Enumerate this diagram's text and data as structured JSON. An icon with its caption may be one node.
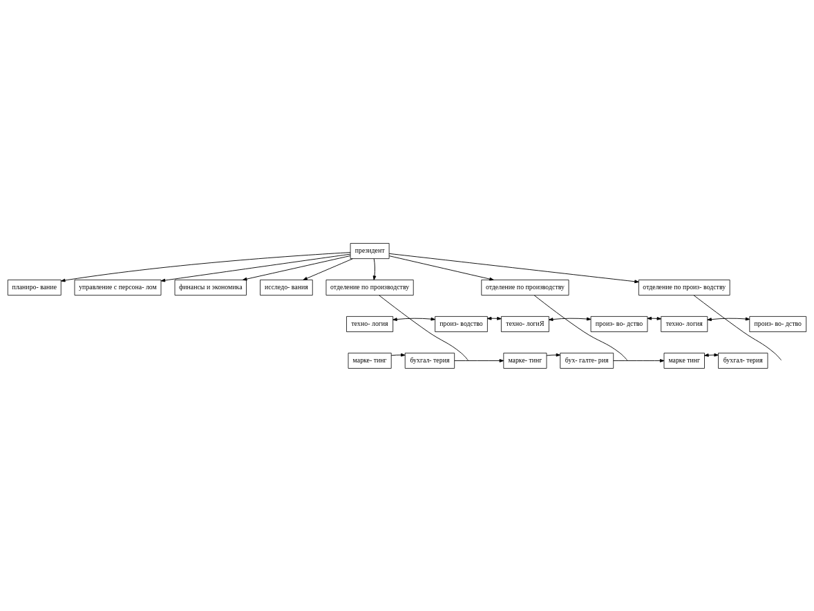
{
  "diagram": {
    "nodes": [
      {
        "text": [
          "президент"
        ]
      },
      {
        "text": [
          "планиро- вание"
        ]
      },
      {
        "text": [
          "управление с персона- лом"
        ]
      },
      {
        "text": [
          "финансы и экономика"
        ]
      },
      {
        "text": [
          "исследо- вания"
        ]
      },
      {
        "text": [
          "отделение по производству"
        ]
      },
      {
        "text": [
          "отделение по производству"
        ]
      },
      {
        "text": [
          "отделение по произ- водству"
        ]
      },
      {
        "text": [
          "техно- логия"
        ]
      },
      {
        "text": [
          "произ- водство"
        ]
      },
      {
        "text": [
          "техно- логиЯ"
        ]
      },
      {
        "text": [
          "произ- во- дство"
        ]
      },
      {
        "text": [
          "техно- логия"
        ]
      },
      {
        "text": [
          "произ- во- дство"
        ]
      },
      {
        "text": [
          "марке- тинг"
        ]
      },
      {
        "text": [
          "бухгал- терия"
        ]
      },
      {
        "text": [
          "марке- тинг"
        ]
      },
      {
        "text": [
          "бух- галте- рия"
        ]
      },
      {
        "text": [
          "марке тинг"
        ]
      },
      {
        "text": [
          "бухгал- терия"
        ]
      }
    ],
    "edges": [
      {
        "from": 0,
        "to": 1,
        "arrow": "to"
      },
      {
        "from": 0,
        "to": 2,
        "arrow": "to"
      },
      {
        "from": 0,
        "to": 3,
        "arrow": "to"
      },
      {
        "from": 0,
        "to": 4,
        "arrow": "to"
      },
      {
        "from": 0,
        "to": 5,
        "arrow": "to"
      },
      {
        "from": 0,
        "to": 6,
        "arrow": "to"
      },
      {
        "from": 0,
        "to": 7,
        "arrow": "to"
      },
      {
        "from": 5,
        "to": null,
        "arrow": "none"
      },
      {
        "from": 6,
        "to": null,
        "arrow": "none"
      },
      {
        "from": 7,
        "to": null,
        "arrow": "none"
      },
      {
        "from": 8,
        "to": 9,
        "arrow": "both"
      },
      {
        "from": 9,
        "to": 10,
        "arrow": "both"
      },
      {
        "from": 10,
        "to": 11,
        "arrow": "both"
      },
      {
        "from": 11,
        "to": 12,
        "arrow": "both"
      },
      {
        "from": 12,
        "to": 13,
        "arrow": "both"
      },
      {
        "from": 14,
        "to": 15,
        "arrow": "to"
      },
      {
        "from": 15,
        "to": 16,
        "arrow": "to"
      },
      {
        "from": 16,
        "to": 17,
        "arrow": "to"
      },
      {
        "from": 17,
        "to": 18,
        "arrow": "to"
      },
      {
        "from": 18,
        "to": 19,
        "arrow": "both"
      }
    ]
  }
}
